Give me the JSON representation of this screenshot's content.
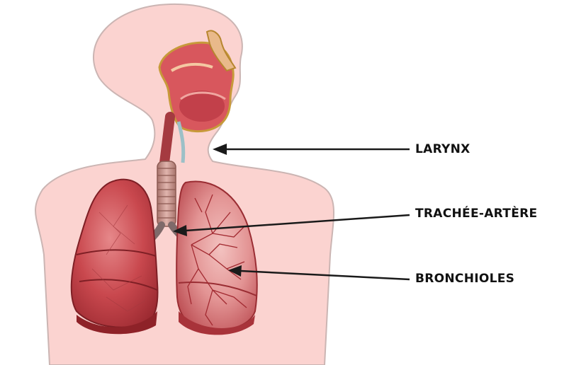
{
  "labels": {
    "larynx": "LARYNX",
    "trachea": "TRACHÉE-ARTÈRE",
    "bronchioles": "BRONCHIOLES"
  },
  "colors": {
    "skin": "#fbd3d0",
    "skin_outline": "#c9b3b1",
    "lung": "#c9484e",
    "lung_dark": "#8e2228",
    "lung_light": "#dd6f72",
    "trachea": "#d59a92",
    "arrow": "#1a1a1a",
    "text": "#111111"
  },
  "icons": {
    "arrow_head": "arrow-head-icon"
  }
}
